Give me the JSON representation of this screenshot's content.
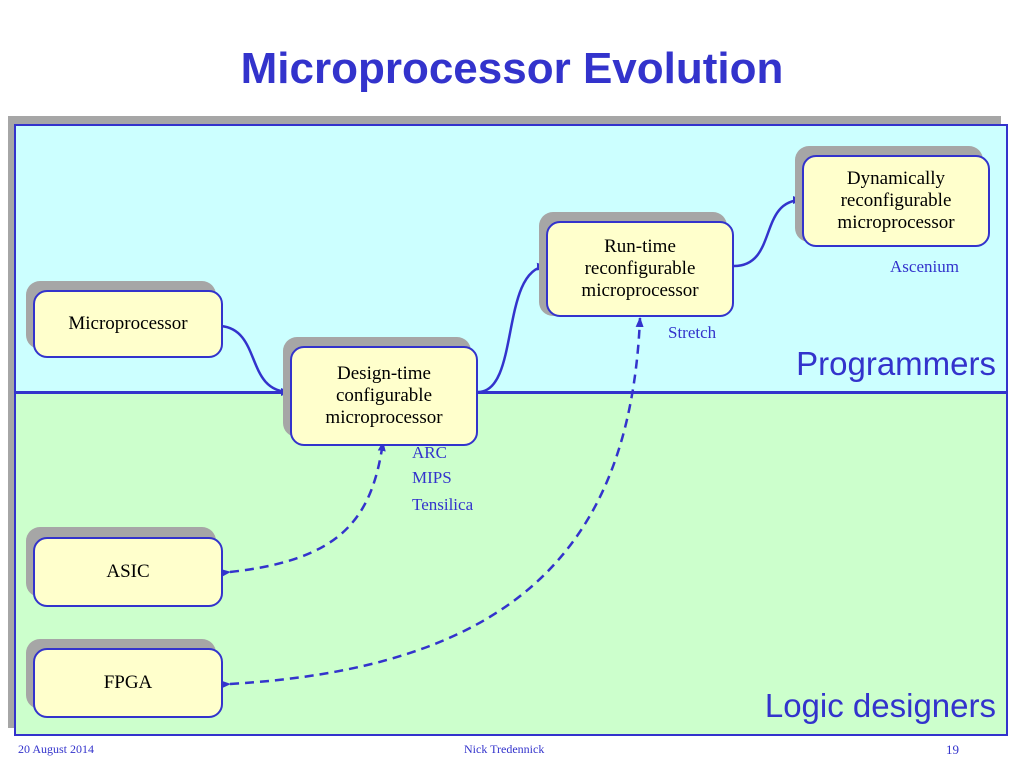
{
  "title": "Microprocessor Evolution",
  "regions": {
    "programmers": "Programmers",
    "logic_designers": "Logic designers"
  },
  "boxes": {
    "microprocessor": [
      "Microprocessor"
    ],
    "design_time": [
      "Design-time",
      "configurable",
      "microprocessor"
    ],
    "run_time": [
      "Run-time",
      "reconfigurable",
      "microprocessor"
    ],
    "dynamic": [
      "Dynamically",
      "reconfigurable",
      "microprocessor"
    ],
    "asic": [
      "ASIC"
    ],
    "fpga": [
      "FPGA"
    ]
  },
  "notes": {
    "ascenium": "Ascenium",
    "stretch": "Stretch",
    "design_time_vendors": [
      "ARC",
      "MIPS",
      "Tensilica"
    ]
  },
  "footer": {
    "date": "20 August 2014",
    "author": "Nick Tredennick",
    "page": "19"
  },
  "colors": {
    "accent": "#3333cc",
    "programmers_bg": "#ccffff",
    "logic_bg": "#ccffcc",
    "box_fill": "#ffffcc",
    "shadow": "#a6a6a6"
  }
}
